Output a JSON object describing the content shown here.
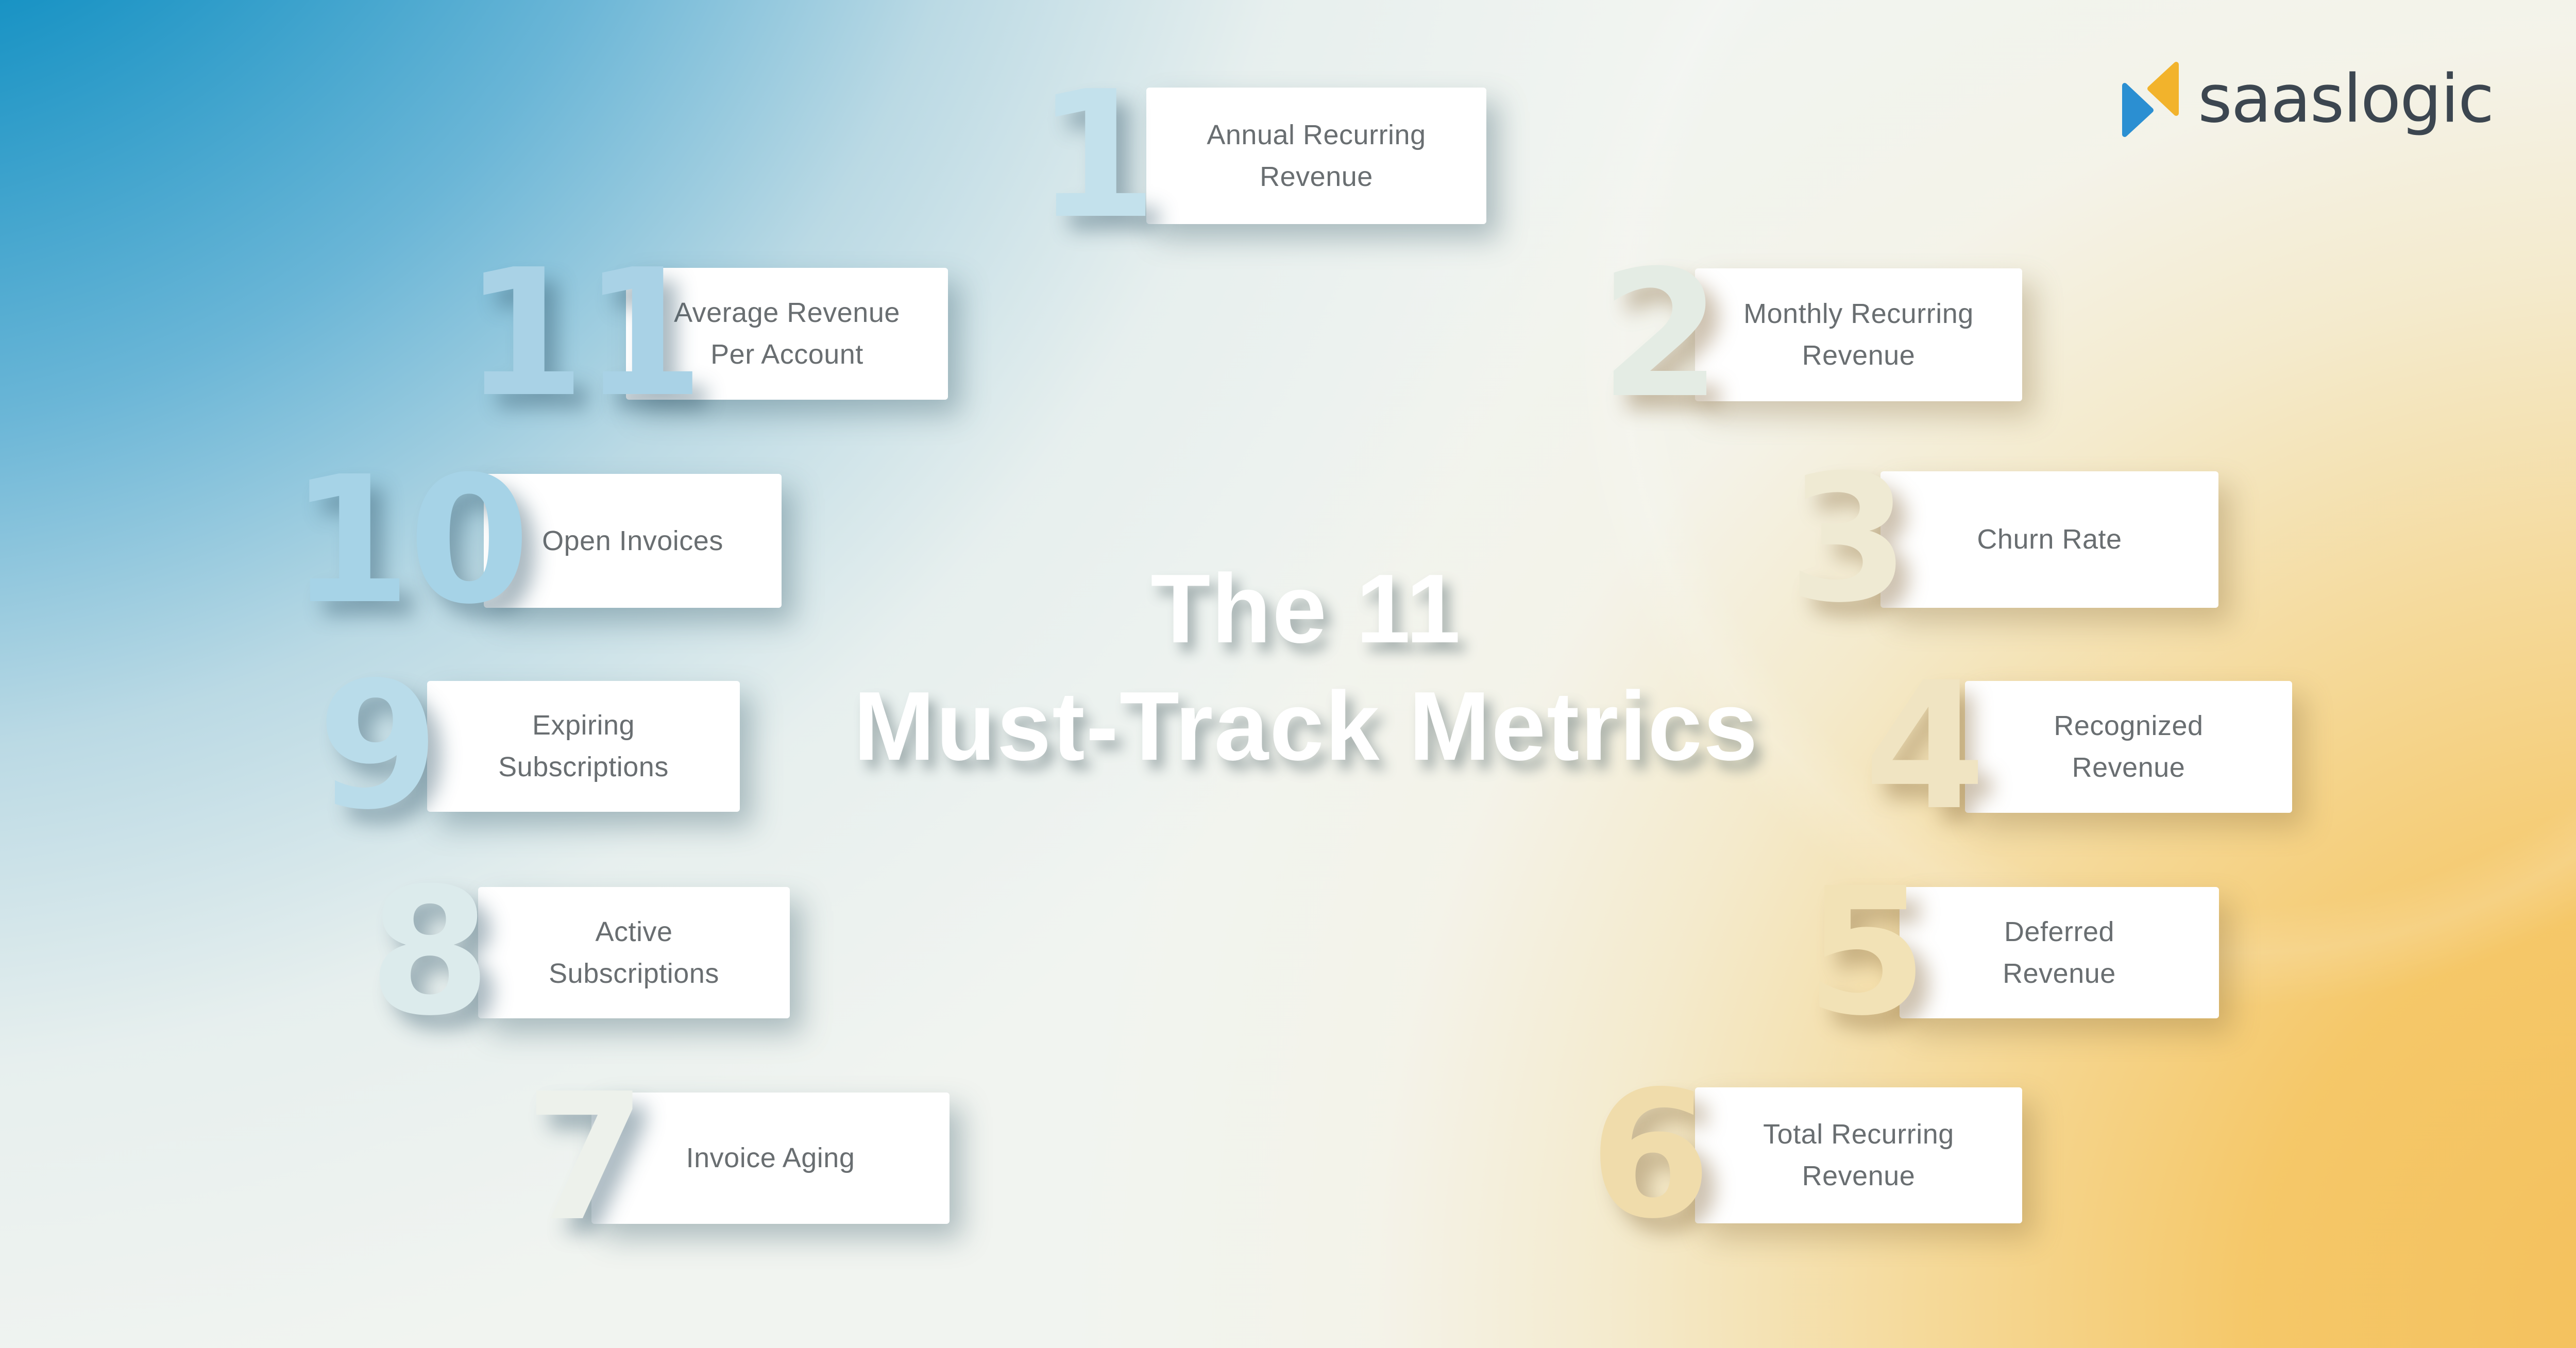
{
  "brand": {
    "name": "saaslogic",
    "colors": {
      "blue": "#2b8fd2",
      "yellow": "#f2b32c",
      "text": "#3c4650"
    }
  },
  "title": {
    "line1": "The 11",
    "line2": "Must-Track Metrics"
  },
  "metrics": [
    {
      "number": "1",
      "label": "Annual Recurring\nRevenue",
      "tint": "#c3e1ec"
    },
    {
      "number": "2",
      "label": "Monthly Recurring\nRevenue",
      "tint": "#e4ece4"
    },
    {
      "number": "3",
      "label": "Churn Rate",
      "tint": "#efead3"
    },
    {
      "number": "4",
      "label": "Recognized\nRevenue",
      "tint": "#f0e4c2"
    },
    {
      "number": "5",
      "label": "Deferred\nRevenue",
      "tint": "#f2e2b6"
    },
    {
      "number": "6",
      "label": "Total Recurring\nRevenue",
      "tint": "#f0dcab"
    },
    {
      "number": "7",
      "label": "Invoice Aging",
      "tint": "#edf1eb"
    },
    {
      "number": "8",
      "label": "Active\nSubscriptions",
      "tint": "#dcebec"
    },
    {
      "number": "9",
      "label": "Expiring\nSubscriptions",
      "tint": "#b9dcea"
    },
    {
      "number": "10",
      "label": "Open Invoices",
      "tint": "#a6d3e7"
    },
    {
      "number": "11",
      "label": "Average Revenue\nPer Account",
      "tint": "#a9d2e6"
    }
  ],
  "background": {
    "top_left": "#1290c3",
    "bottom_right": "#f5c766",
    "card": "#ffffff",
    "label_text": "#696e71",
    "title_text": "#ffffff"
  }
}
